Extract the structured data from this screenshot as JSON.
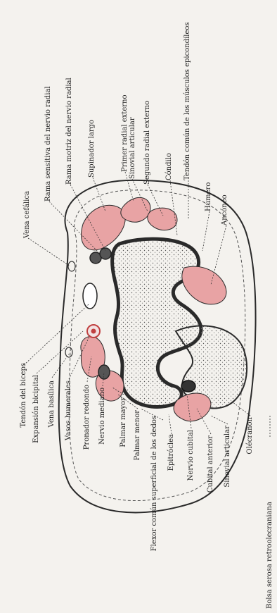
{
  "labels_right": {
    "vena_cefalica": "Vena cefálica",
    "rama_sensitiva": "Rama sensitiva del nervio radial",
    "rama_motriz": "Rama motriz del nervio radial",
    "supinador_largo": "Supinador largo",
    "primer_radial": "Primer radial externo",
    "sinovial_articular_top": "Sinovial articular",
    "segundo_radial": "Segundo radial externo",
    "condilo": "Cóndilo",
    "tendon_comun": "Tendón común de los músculos epicondíleos",
    "humero": "Húmero",
    "ancóneo": "Ancóneo"
  },
  "labels_left": {
    "tendon_biceps": "Tendón del biceps",
    "expansion_bicipital": "Expansión bicipital",
    "vena_basilica": "Vena basílica",
    "vasos_humerales": "Vasos humerales",
    "pronador_redondo": "Pronador redondo",
    "nervio_mediano": "Nervio mediano",
    "palmar_mayor": "Palmar mayor",
    "palmar_menor": "Palmar menor",
    "flexor_comun": "Flexor común superficial de los dedos",
    "epitroclea": "Epitróclea",
    "nervio_cubital": "Nervio cubital",
    "cubital_anterior": "Cubital anterior",
    "sinovial_articular_bottom": "Sinovial articular",
    "olecranon": "Olécranon",
    "bolsa_serosa": "Bolsa serosa retroolecraniana"
  },
  "colors": {
    "muscle": "#e8a3a4",
    "outline": "#2a2a2a",
    "paper": "#f4f2ee"
  }
}
